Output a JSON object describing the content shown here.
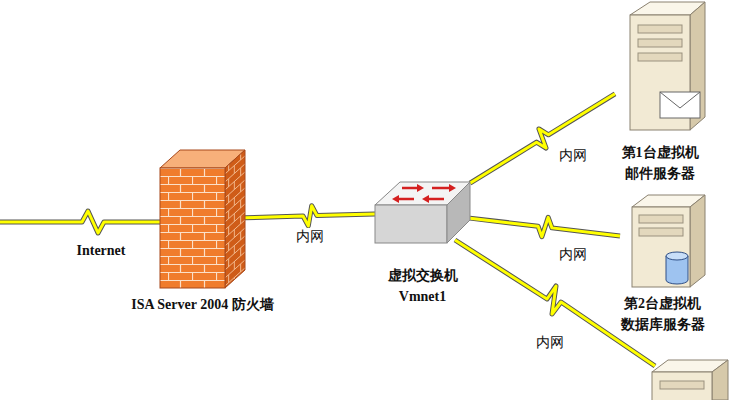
{
  "diagram": {
    "nodes": [
      {
        "text": [
          "ISA Server 2004 防火墙"
        ]
      },
      {
        "text": [
          "虚拟交换机 Vmnet1"
        ]
      },
      {
        "text": [
          "第1台虚拟机 邮件服务器"
        ]
      },
      {
        "text": [
          "第2台虚拟机 数据库服务器"
        ]
      }
    ],
    "edges": [
      {
        "from": 0,
        "to": 1,
        "arrow": "none",
        "label": "内网"
      },
      {
        "from": 1,
        "to": 2,
        "arrow": "none",
        "label": "内网"
      },
      {
        "from": 1,
        "to": 3,
        "arrow": "none",
        "label": "内网"
      }
    ],
    "labels": [
      "Internet",
      "内网"
    ]
  }
}
